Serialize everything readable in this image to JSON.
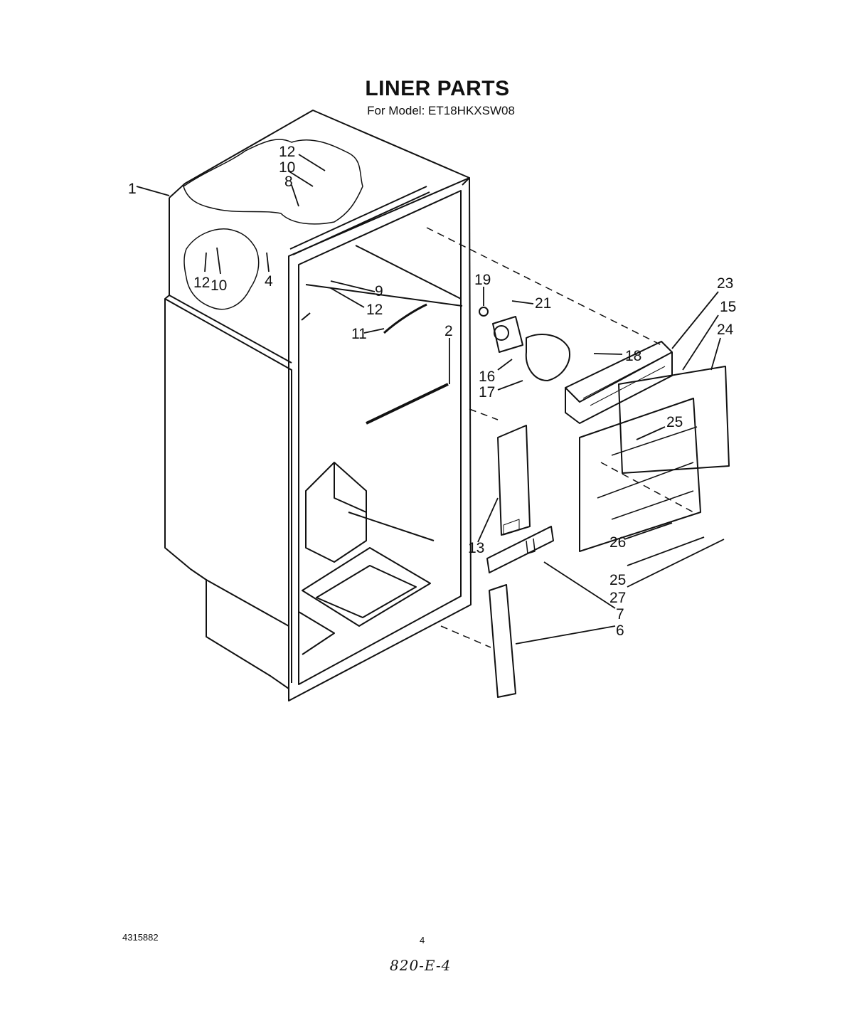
{
  "header": {
    "title": "LINER PARTS",
    "subtitle": "For Model: ET18HKXSW08"
  },
  "footer": {
    "document_number": "4315882",
    "page_number": "4",
    "handwritten_note": "820-E-4"
  },
  "callouts": [
    "1",
    "12",
    "10",
    "8",
    "12",
    "10",
    "4",
    "9",
    "12",
    "11",
    "2",
    "19",
    "21",
    "16",
    "17",
    "18",
    "23",
    "15",
    "24",
    "25",
    "13",
    "26",
    "25",
    "27",
    "7",
    "6"
  ]
}
